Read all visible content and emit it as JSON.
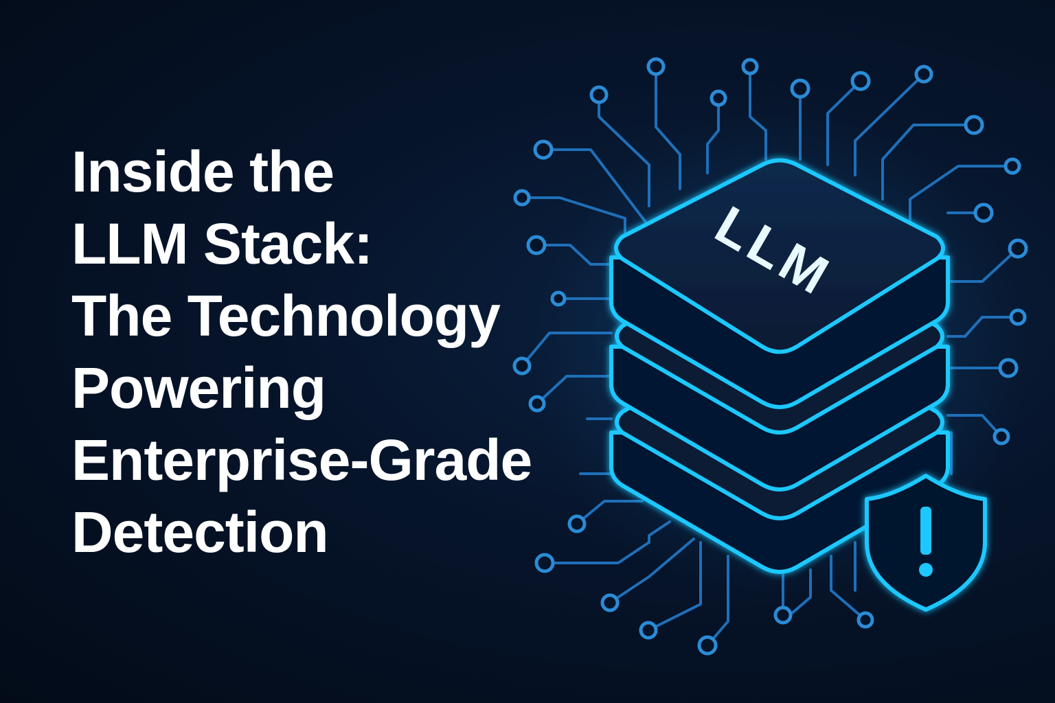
{
  "headline": {
    "lines": [
      "Inside the",
      "LLM Stack:",
      "The Technology",
      "Powering",
      "Enterprise-Grade",
      "Detection"
    ]
  },
  "illustration": {
    "stack_label": "LLM",
    "icons": [
      "llm-stack-icon",
      "circuit-traces-icon",
      "shield-alert-icon"
    ],
    "colors": {
      "background": "#041021",
      "text": "#ffffff",
      "accent": "#1ec8ff",
      "traces": "#1f6fb8"
    }
  }
}
